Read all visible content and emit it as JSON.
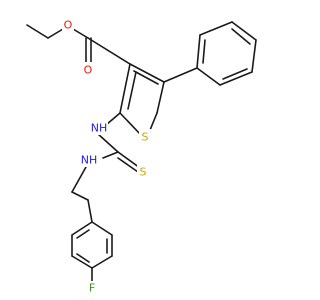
{
  "molecule": {
    "atoms": [
      {
        "symbol": "O"
      },
      {
        "symbol": "O"
      },
      {
        "symbol": "S"
      },
      {
        "symbol": "NH"
      },
      {
        "symbol": "NH"
      },
      {
        "symbol": "S"
      },
      {
        "symbol": "F"
      }
    ]
  },
  "colors": {
    "bond": "#1a1a1a",
    "oxygen": "#e8190e",
    "sulfur": "#c8a800",
    "nitrogen": "#2020e0",
    "fluorine": "#3a9a1e"
  }
}
